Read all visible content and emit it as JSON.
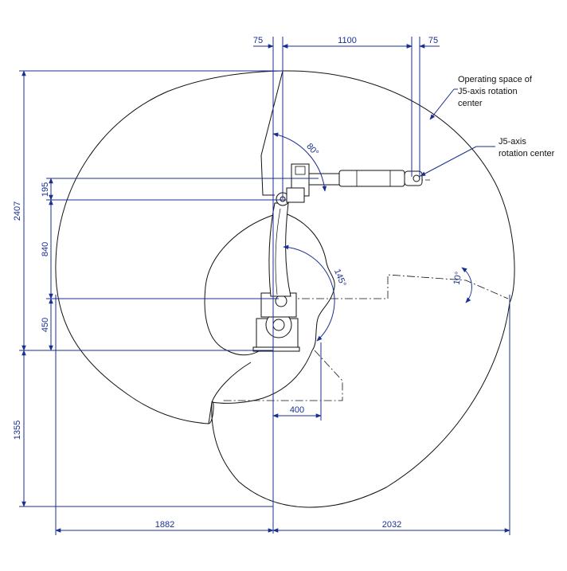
{
  "dimensions": {
    "top_left_75": "75",
    "top_1100": "1100",
    "top_right_75": "75",
    "height_2407": "2407",
    "height_195": "195",
    "height_840": "840",
    "height_450": "450",
    "height_1355": "1355",
    "width_1882": "1882",
    "width_2032": "2032",
    "reach_400": "400"
  },
  "angles": {
    "angle_80": "80°",
    "angle_145": "145°",
    "angle_10": "10°"
  },
  "notes": {
    "operating_space_line1": "Operating space of",
    "operating_space_line2": "J5-axis rotation",
    "operating_space_line3": "center",
    "j5_center_line1": "J5-axis",
    "j5_center_line2": "rotation center"
  },
  "colors": {
    "dimension_line": "#1a2f8f",
    "outline": "#111111"
  }
}
